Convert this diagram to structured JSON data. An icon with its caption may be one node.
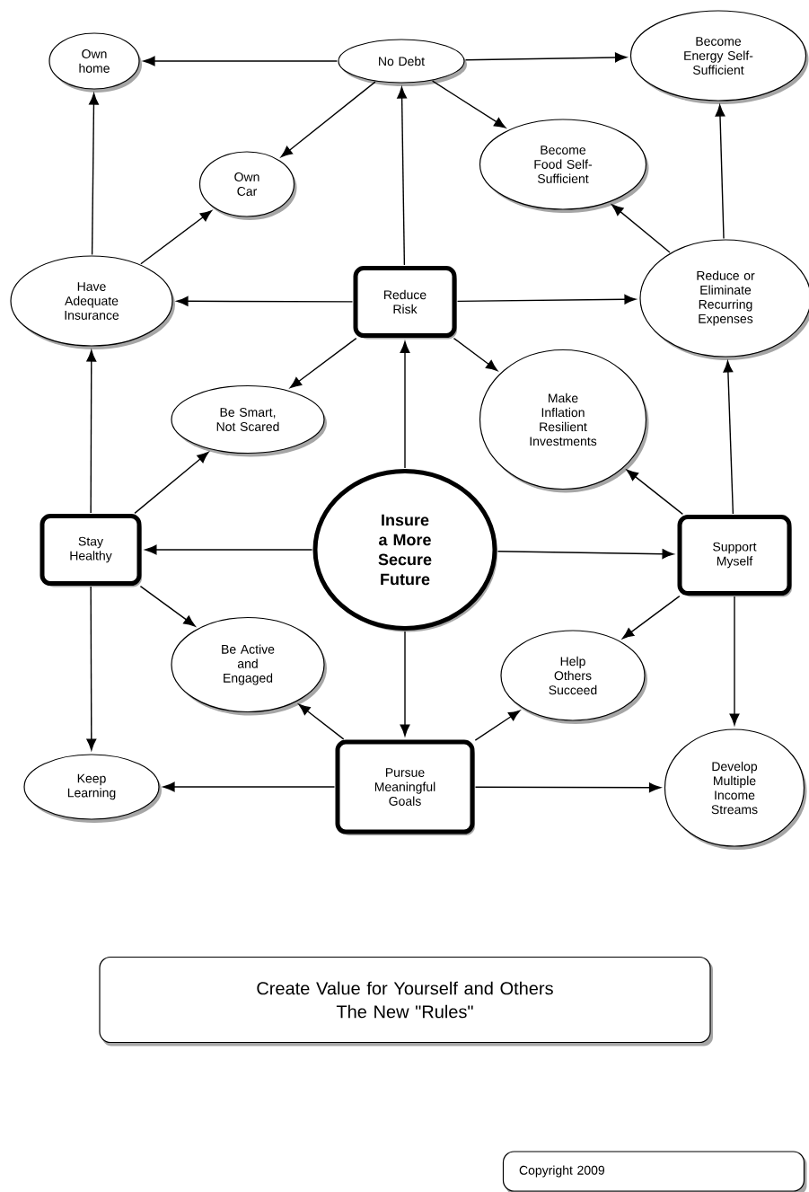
{
  "diagram": {
    "nodes": [
      {
        "text": [
          "Own home"
        ]
      },
      {
        "text": [
          "No Debt"
        ]
      },
      {
        "text": [
          "Become Energy Self-Sufficient"
        ]
      },
      {
        "text": [
          "Own Car"
        ]
      },
      {
        "text": [
          "Become Food Self-Sufficient"
        ]
      },
      {
        "text": [
          "Have Adequate Insurance"
        ]
      },
      {
        "text": [
          "Reduce Risk"
        ]
      },
      {
        "text": [
          "Reduce or Eliminate Recurring Expenses"
        ]
      },
      {
        "text": [
          "Be Smart, Not Scared"
        ]
      },
      {
        "text": [
          "Make Inflation Resilient Investments"
        ]
      },
      {
        "text": [
          "Stay Healthy"
        ]
      },
      {
        "text": [
          "Insure a More Secure Future"
        ]
      },
      {
        "text": [
          "Support Myself"
        ]
      },
      {
        "text": [
          "Be Active and Engaged"
        ]
      },
      {
        "text": [
          "Help Others Succeed"
        ]
      },
      {
        "text": [
          "Keep Learning"
        ]
      },
      {
        "text": [
          "Pursue Meaningful Goals"
        ]
      },
      {
        "text": [
          "Develop Multiple Income Streams"
        ]
      },
      {
        "text": [
          "Create Value for Yourself and Others",
          "The New \"Rules\""
        ]
      },
      {
        "text": [
          "Copyright 2009"
        ]
      }
    ],
    "edges": [
      {
        "from": 1,
        "to": 0,
        "arrow": "to"
      },
      {
        "from": 1,
        "to": 2,
        "arrow": "to"
      },
      {
        "from": 1,
        "to": 3,
        "arrow": "to"
      },
      {
        "from": 1,
        "to": 4,
        "arrow": "to"
      },
      {
        "from": 6,
        "to": 1,
        "arrow": "to"
      },
      {
        "from": 6,
        "to": 5,
        "arrow": "to"
      },
      {
        "from": 6,
        "to": 7,
        "arrow": "to"
      },
      {
        "from": 6,
        "to": 8,
        "arrow": "to"
      },
      {
        "from": 6,
        "to": 9,
        "arrow": "to"
      },
      {
        "from": 5,
        "to": 0,
        "arrow": "to"
      },
      {
        "from": 5,
        "to": 3,
        "arrow": "to"
      },
      {
        "from": 7,
        "to": 2,
        "arrow": "to"
      },
      {
        "from": 7,
        "to": 4,
        "arrow": "to"
      },
      {
        "from": 11,
        "to": 6,
        "arrow": "to"
      },
      {
        "from": 11,
        "to": 10,
        "arrow": "to"
      },
      {
        "from": 11,
        "to": 12,
        "arrow": "to"
      },
      {
        "from": 11,
        "to": 16,
        "arrow": "to"
      },
      {
        "from": 10,
        "to": 5,
        "arrow": "to"
      },
      {
        "from": 10,
        "to": 8,
        "arrow": "to"
      },
      {
        "from": 10,
        "to": 13,
        "arrow": "to"
      },
      {
        "from": 10,
        "to": 15,
        "arrow": "to"
      },
      {
        "from": 12,
        "to": 7,
        "arrow": "to"
      },
      {
        "from": 12,
        "to": 9,
        "arrow": "to"
      },
      {
        "from": 12,
        "to": 14,
        "arrow": "to"
      },
      {
        "from": 12,
        "to": 17,
        "arrow": "to"
      },
      {
        "from": 16,
        "to": 15,
        "arrow": "to"
      },
      {
        "from": 16,
        "to": 17,
        "arrow": "to"
      },
      {
        "from": 16,
        "to": 13,
        "arrow": "to"
      },
      {
        "from": 16,
        "to": 14,
        "arrow": "to"
      }
    ]
  }
}
